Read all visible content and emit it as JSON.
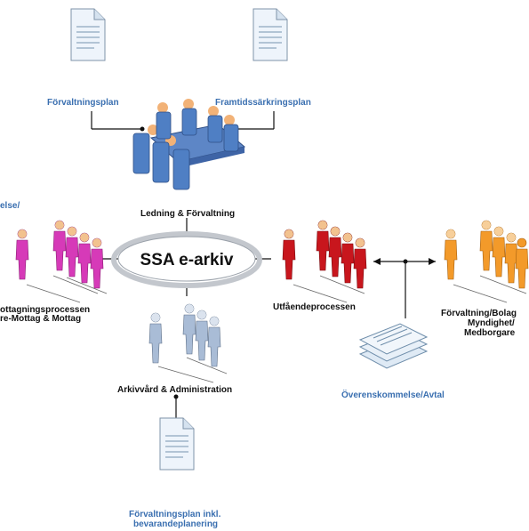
{
  "center": {
    "label": "SSA e-arkiv"
  },
  "documents": {
    "top_left": "Förvaltningsplan",
    "top_right": "Framtidssärkringsplan",
    "bottom": [
      "Förvaltningsplan inkl.",
      "bevarandeplanering"
    ],
    "agreement": "Överenskommelse/Avtal"
  },
  "groups": {
    "management": "Ledning & Förvaltning",
    "archive": "Arkivvård & Administration",
    "outgoing": "Utfåendeprocessen",
    "incoming": [
      "ottagningsprocessen",
      "re-Mottag & Mottag"
    ],
    "incoming_top": "else/",
    "external": [
      "Förvaltning/Bolag",
      "Myndighet/",
      "Medborgare"
    ]
  },
  "colors": {
    "label_blue": "#3a6fb0",
    "magenta": "#d63ab8",
    "red": "#c8161d",
    "orange": "#f39a2a",
    "steel": "#a9bcd6",
    "blue_people": "#4f7fc4"
  }
}
